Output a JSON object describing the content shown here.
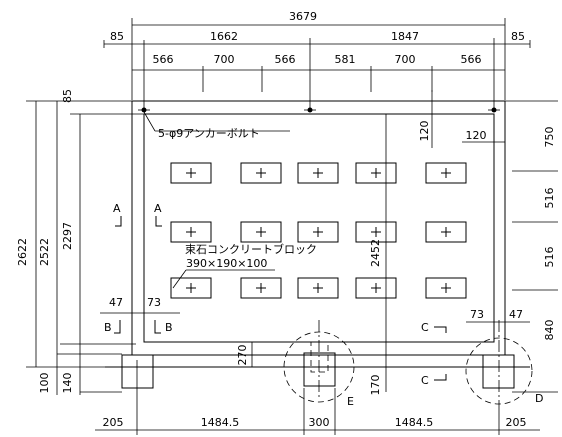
{
  "dimensions": {
    "top_total": "3679",
    "top_left_margin": "85",
    "top_left_span": "1662",
    "top_right_span": "1847",
    "top_right_margin": "85",
    "sub_spans": [
      "566",
      "700",
      "566",
      "581",
      "700",
      "566"
    ],
    "left_total_outer": "2622",
    "left_total_mid": "2522",
    "left_total_inner": "2297",
    "left_top_offset": "85",
    "left_bottom_a": "100",
    "left_bottom_b": "140",
    "inner_top_offset": "120",
    "inner_right_offset": "120",
    "inner_height": "2452",
    "center_height": "270",
    "right_bottom_offset": "170",
    "right_spans": [
      "750",
      "516",
      "516",
      "840"
    ],
    "left_small_1": "47",
    "left_small_2": "73",
    "right_small_1": "73",
    "right_small_2": "47",
    "bottom_spans": [
      "205",
      "1484.5",
      "300",
      "1484.5",
      "205"
    ]
  },
  "labels": {
    "anchor_bolt": "5-φ9アンカーボルト",
    "block_name": "束石コンクリートブロック",
    "block_size": "390×190×100",
    "section_a_left": "A",
    "section_a_right": "A",
    "section_b_left": "B",
    "section_b_right": "B",
    "section_c_top": "C",
    "section_c_bottom": "C",
    "detail_e": "E",
    "detail_d": "D"
  }
}
